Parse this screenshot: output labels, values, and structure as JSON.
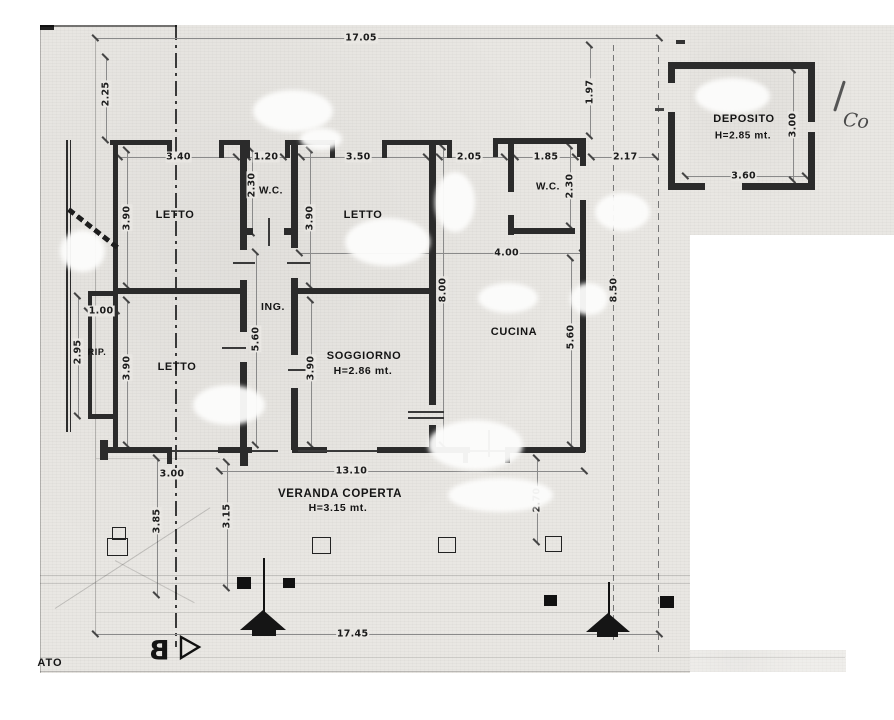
{
  "rooms": [
    {
      "id": "letto-1",
      "label": "LETTO"
    },
    {
      "id": "wc-1",
      "label": "W.C."
    },
    {
      "id": "letto-2",
      "label": "LETTO"
    },
    {
      "id": "wc-2",
      "label": "W.C."
    },
    {
      "id": "rip",
      "label": "RIP."
    },
    {
      "id": "ing",
      "label": "ING."
    },
    {
      "id": "letto-3",
      "label": "LETTO"
    },
    {
      "id": "soggiorno",
      "label": "SOGGIORNO",
      "height": "H=2.86 mt."
    },
    {
      "id": "cucina",
      "label": "CUCINA"
    },
    {
      "id": "veranda",
      "label": "VERANDA COPERTA",
      "height": "H=3.15 mt."
    },
    {
      "id": "deposito",
      "label": "DEPOSITO",
      "height": "H=2.85 mt."
    }
  ],
  "dimensions": {
    "total_top": "17.05",
    "total_bottom": "17.45",
    "veranda_width": "13.10",
    "setback_left": "2.25",
    "letto1_width": "3.40",
    "wc1_width": "1.20",
    "letto2_width": "3.50",
    "niche_width": "2.05",
    "wc2_width": "1.85",
    "offset_right_h": "2.17",
    "offset_right_v": "1.97",
    "letto1_depth": "3.90",
    "wc1_depth": "2.30",
    "letto2_depth": "3.90",
    "wc2_depth": "2.30",
    "rip_width": "1.00",
    "rip_depth": "2.95",
    "letto3_depth": "3.90",
    "ing_depth": "5.60",
    "soggiorno_depth": "3.90",
    "cucina_length": "8.00",
    "cucina_width": "4.00",
    "cucina_depth": "5.60",
    "right_total": "8.50",
    "veranda_d_left": "3.85",
    "veranda_d_mid": "3.15",
    "veranda_d_axis": "3.00",
    "veranda_d_right": "2.70",
    "deposito_width": "3.60",
    "deposito_depth": "3.00"
  },
  "annotations": {
    "section_marker": "B",
    "cut_text_bottom_left": "ATO",
    "handwriting": "Co"
  }
}
